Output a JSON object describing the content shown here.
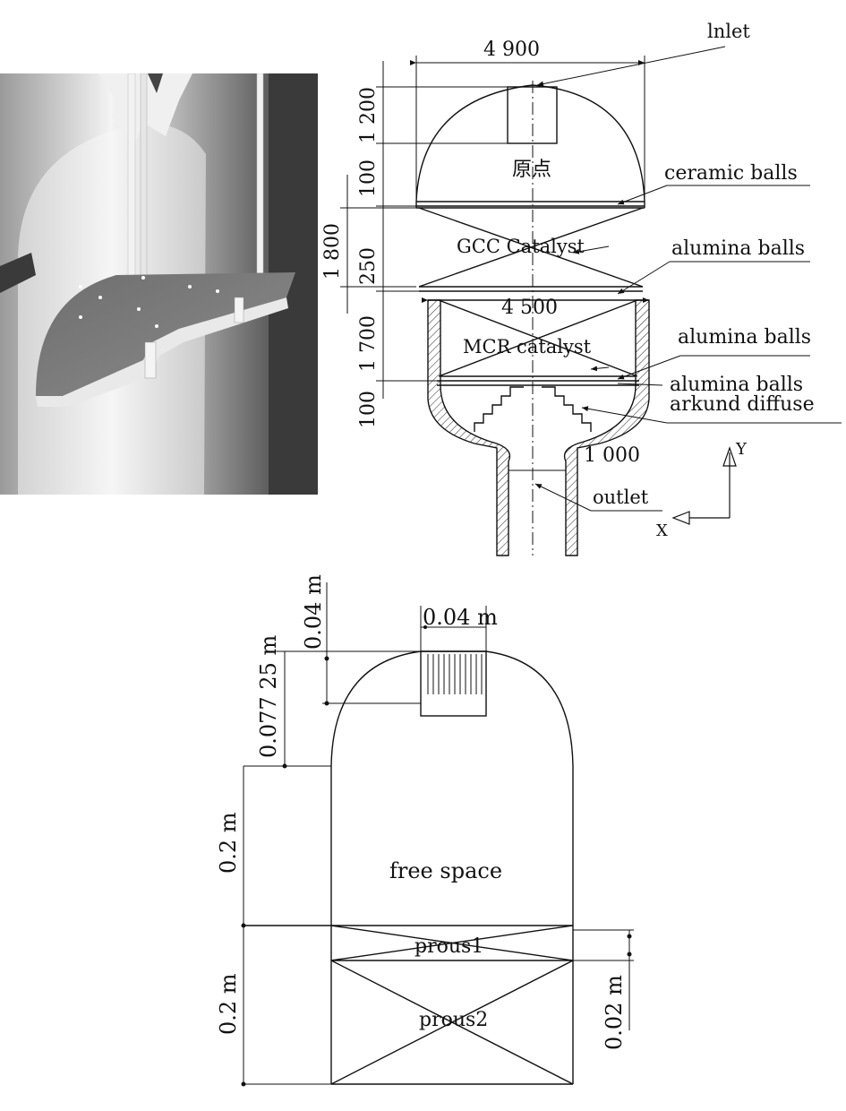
{
  "photo": {
    "description_icon": "reactor-interior-photo-icon"
  },
  "top_diagram": {
    "dim_width_top": "4 900",
    "dim_width_mid": "4 500",
    "dim_outlet": "1 000",
    "dim_1200": "1 200",
    "dim_100_a": "100",
    "dim_1800": "1 800",
    "dim_250": "250",
    "dim_1700": "1 700",
    "dim_100_b": "100",
    "label_inlet": "lnlet",
    "label_origin": "原点",
    "label_ceramic": "ceramic balls",
    "label_gcc": "GCC Catalyst",
    "label_alumina1": "alumina balls",
    "label_mcr": "MCR catalyst",
    "label_alumina2": "alumina balls",
    "label_alumina3": "alumina balls",
    "label_arkund": "arkund diffuse",
    "label_outlet": "outlet",
    "axis_y": "Y",
    "axis_x": "X"
  },
  "bottom_diagram": {
    "dim_inlet_width": "0.04 m",
    "dim_inlet_height": "0.04 m",
    "dim_dome": "0.077 25 m",
    "dim_free": "0.2 m",
    "dim_bed": "0.2 m",
    "dim_prous1": "0.02 m",
    "label_free_space": "free space",
    "label_prous1": "prous1",
    "label_prous2": "prous2"
  }
}
